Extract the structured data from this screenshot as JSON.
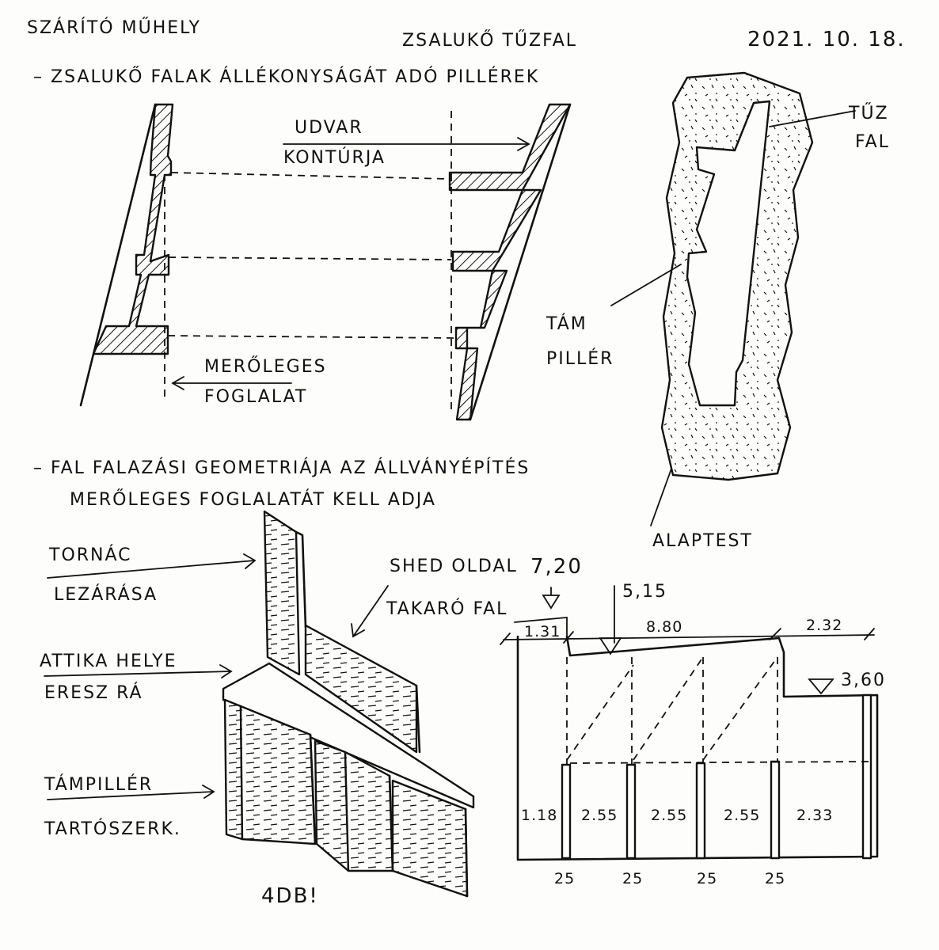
{
  "header": {
    "left": "SZÁRÍTÓ MŰHELY",
    "center": "ZSALUKŐ TŰZFAL",
    "date": "2021. 10. 18."
  },
  "notes": {
    "line1": "– ZSALUKŐ FALAK ÁLLÉKONYSÁGÁT ADÓ PILLÉREK",
    "line2a": "– FAL FALAZÁSI GEOMETRIÁJA AZ ÁLLVÁNYÉPÍTÉS",
    "line2b": "MERŐLEGES FOGLALATÁT KELL ADJA"
  },
  "plan": {
    "udvar": "UDVAR",
    "kontura": "KONTÚRJA",
    "merol": "MERŐLEGES",
    "foglalat": "FOGLALAT"
  },
  "section": {
    "tuz": "TŰZ",
    "fal": "FAL",
    "tam": "TÁM",
    "piller": "PILLÉR",
    "alaptest": "ALAPTEST"
  },
  "iso": {
    "tornac1": "TORNÁC",
    "tornac2": "LEZÁRÁSA",
    "attika1": "ATTIKA HELYE",
    "attika2": "ERESZ RÁ",
    "tampiller1": "TÁMPILLÉR",
    "tampiller2": "TARTÓSZERK.",
    "note": "4DB!",
    "shed1": "SHED OLDAL",
    "shed2": "TAKARÓ FAL"
  },
  "elevation": {
    "h_top": "7,20",
    "h_mid": "5,15",
    "h_right": "3,60",
    "dim_top": [
      "1.31",
      "8.80",
      "2.32"
    ],
    "bays": [
      "1.18",
      "2.55",
      "2.55",
      "2.55",
      "2.33"
    ],
    "piers": [
      "25",
      "25",
      "25",
      "25"
    ]
  }
}
